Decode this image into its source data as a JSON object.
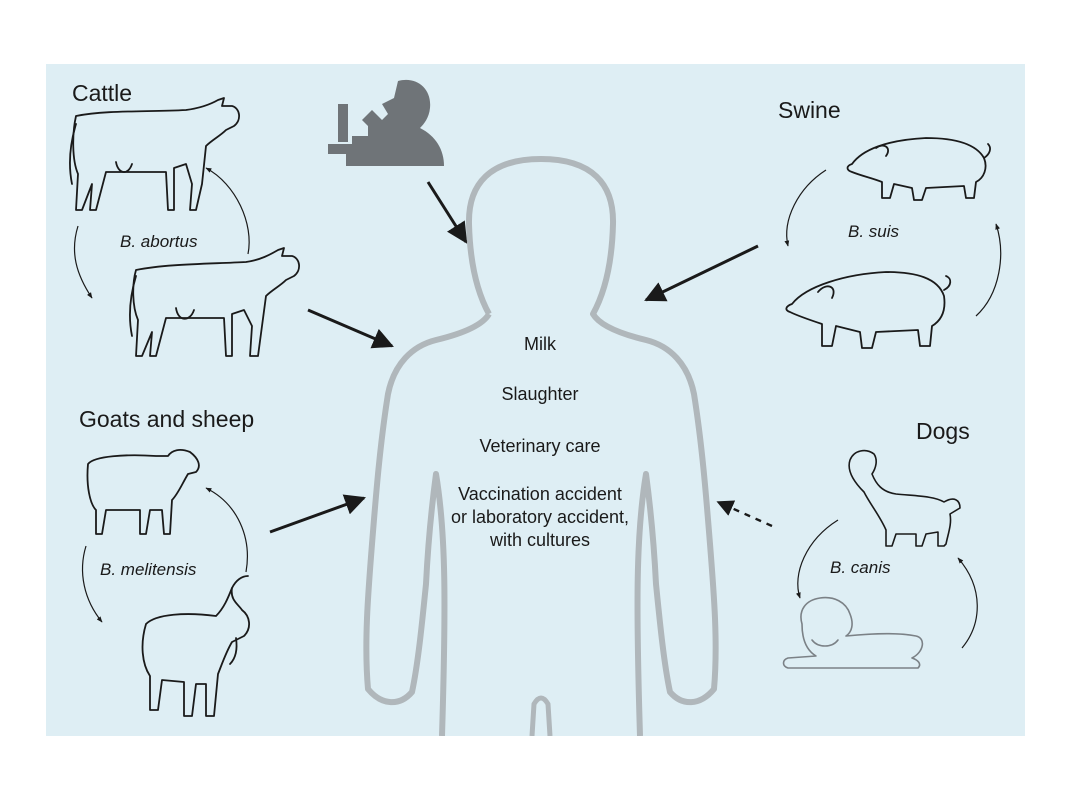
{
  "diagram": {
    "groups": {
      "cattle": {
        "title": "Cattle",
        "species": "B. abortus"
      },
      "goats_sheep": {
        "title": "Goats and sheep",
        "species": "B. melitensis"
      },
      "swine": {
        "title": "Swine",
        "species": "B. suis"
      },
      "dogs": {
        "title": "Dogs",
        "species": "B. canis"
      }
    },
    "routes": {
      "milk": "Milk",
      "slaughter": "Slaughter",
      "veterinary": "Veterinary care",
      "accident_line1": "Vaccination accident",
      "accident_line2": "or laboratory accident,",
      "accident_line3": "with cultures"
    },
    "icons": {
      "lab_worker": "microscope-worker-icon",
      "human": "human-silhouette",
      "cow": "cow-icon",
      "pig": "pig-icon",
      "sheep": "sheep-icon",
      "goat": "goat-icon",
      "dog": "dog-icon"
    },
    "colors": {
      "background": "#deeef4",
      "silhouette": "#b0b7bb",
      "lab_worker": "#6f7478",
      "ink": "#1a1a1a"
    }
  }
}
